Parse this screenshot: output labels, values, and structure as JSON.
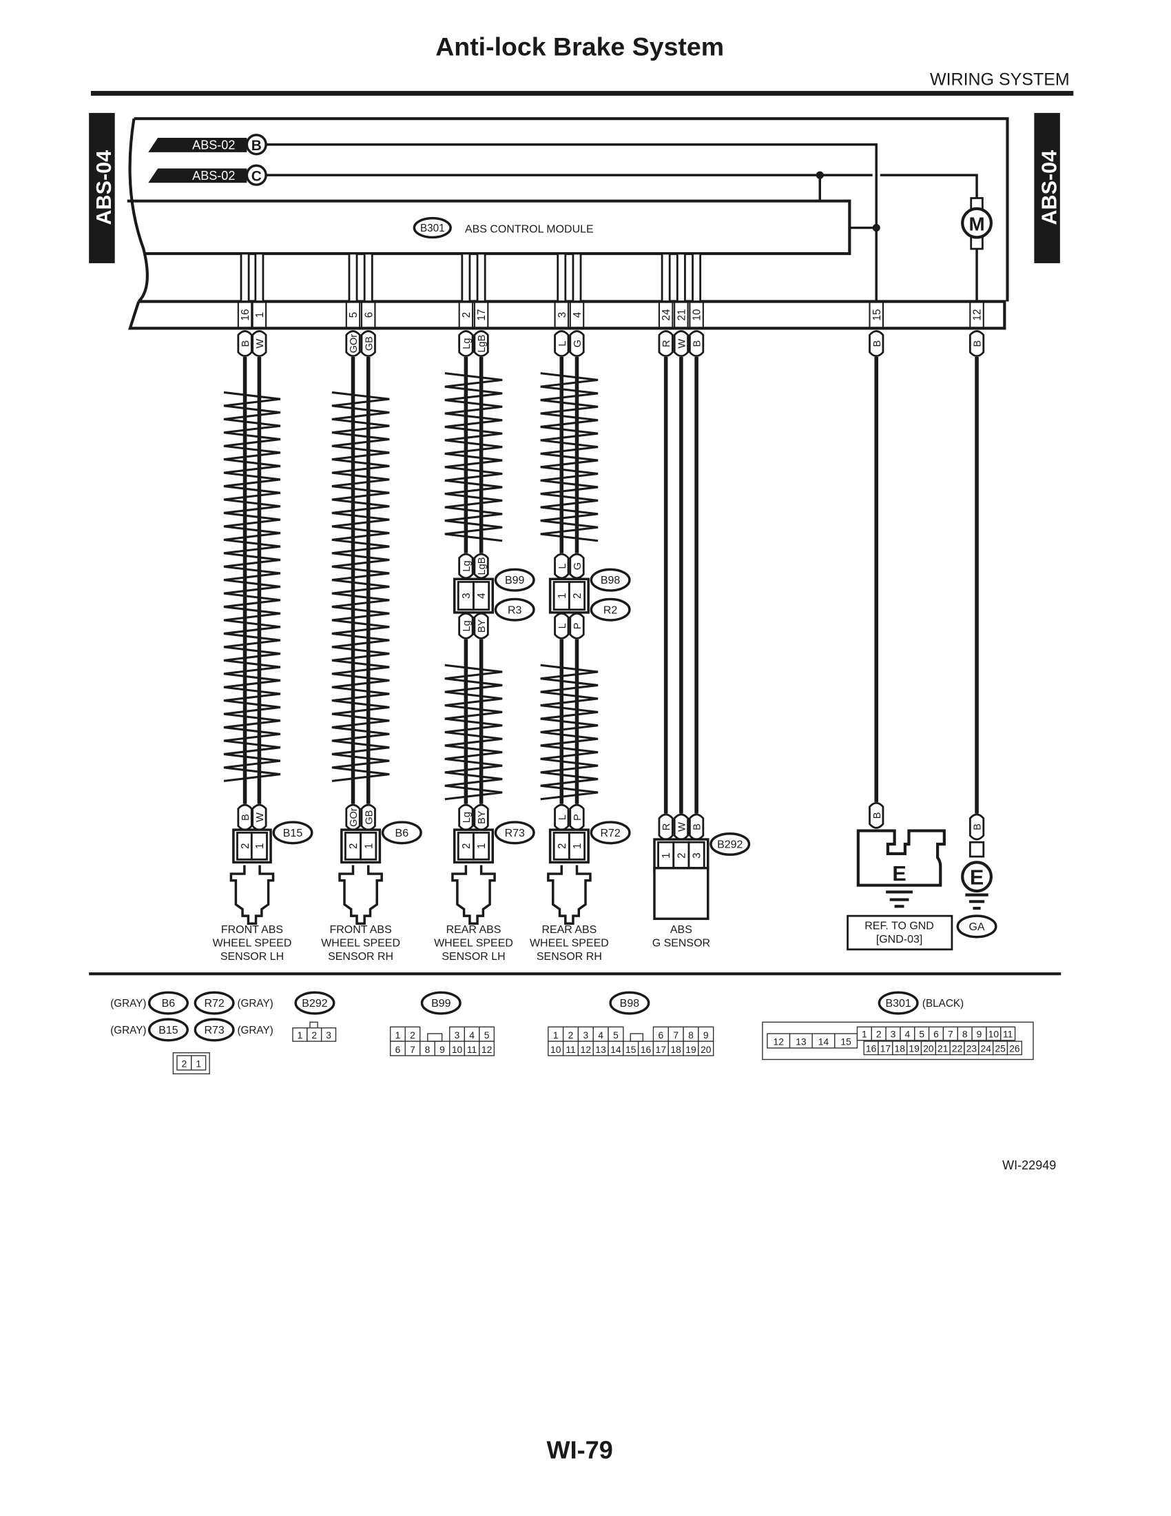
{
  "header": {
    "title": "Anti-lock Brake System",
    "section": "WIRING SYSTEM"
  },
  "side_tab": "ABS-04",
  "refs": [
    {
      "label": "ABS-02",
      "letter": "B"
    },
    {
      "label": "ABS-02",
      "letter": "C"
    }
  ],
  "module": {
    "id": "B301",
    "name": "ABS CONTROL MODULE"
  },
  "motor": "M",
  "circuits": [
    {
      "pins": [
        "16",
        "1"
      ],
      "colors": [
        "B",
        "W"
      ],
      "connector": {
        "id": "B15",
        "pins": [
          "2",
          "1"
        ]
      },
      "label": [
        "FRONT ABS",
        "WHEEL SPEED",
        "SENSOR LH"
      ]
    },
    {
      "pins": [
        "5",
        "6"
      ],
      "colors": [
        "GOr",
        "GB"
      ],
      "connector": {
        "id": "B6",
        "pins": [
          "2",
          "1"
        ]
      },
      "label": [
        "FRONT ABS",
        "WHEEL SPEED",
        "SENSOR RH"
      ]
    },
    {
      "pins": [
        "2",
        "17"
      ],
      "colors": [
        "Lg",
        "LgB"
      ],
      "inline": {
        "ids": [
          "B99",
          "R3"
        ],
        "pins": [
          "3",
          "4"
        ],
        "colors_after": [
          "Lg",
          "BY"
        ]
      },
      "connector": {
        "id": "R73",
        "pins": [
          "2",
          "1"
        ]
      },
      "label": [
        "REAR ABS",
        "WHEEL SPEED",
        "SENSOR LH"
      ]
    },
    {
      "pins": [
        "3",
        "4"
      ],
      "colors": [
        "L",
        "G"
      ],
      "inline": {
        "ids": [
          "B98",
          "R2"
        ],
        "pins": [
          "1",
          "2"
        ],
        "colors_after": [
          "L",
          "P"
        ]
      },
      "connector": {
        "id": "R72",
        "pins": [
          "2",
          "1"
        ]
      },
      "label": [
        "REAR ABS",
        "WHEEL SPEED",
        "SENSOR RH"
      ]
    },
    {
      "pins": [
        "24",
        "21",
        "10"
      ],
      "colors": [
        "R",
        "W",
        "B"
      ],
      "connector": {
        "id": "B292",
        "pins": [
          "1",
          "2",
          "3"
        ]
      },
      "label": [
        "ABS",
        "G SENSOR"
      ]
    }
  ],
  "grounds": [
    {
      "pin": "15",
      "color": "B",
      "symbol": "E",
      "label": [
        "REF. TO GND",
        "[GND-03]"
      ]
    },
    {
      "pin": "12",
      "color": "B",
      "symbol": "E",
      "id": "GA"
    }
  ],
  "connector_views": {
    "legend": [
      {
        "left": "(GRAY)",
        "a": "B6",
        "b": "R72",
        "right": "(GRAY)"
      },
      {
        "left": "(GRAY)",
        "a": "B15",
        "b": "R73",
        "right": "(GRAY)"
      }
    ],
    "small_pins": [
      "2",
      "1"
    ],
    "b292": {
      "id": "B292",
      "rows": [
        [
          "1",
          "2",
          "3"
        ]
      ]
    },
    "b99": {
      "id": "B99",
      "rows": [
        [
          "1",
          "2",
          null,
          null,
          "3",
          "4",
          "5"
        ],
        [
          "6",
          "7",
          "8",
          "9",
          "10",
          "11",
          "12"
        ]
      ]
    },
    "b98": {
      "id": "B98",
      "rows": [
        [
          "1",
          "2",
          "3",
          "4",
          "5",
          null,
          null,
          "6",
          "7",
          "8",
          "9"
        ],
        [
          "10",
          "11",
          "12",
          "13",
          "14",
          "15",
          "16",
          "17",
          "18",
          "19",
          "20"
        ]
      ]
    },
    "b301": {
      "id": "B301",
      "color": "(BLACK)",
      "left": [
        "12",
        "13",
        "14",
        "15"
      ],
      "top": [
        "1",
        "2",
        "3",
        "4",
        "5",
        "6",
        "7",
        "8",
        "9",
        "10",
        "11"
      ],
      "bottom": [
        "16",
        "17",
        "18",
        "19",
        "20",
        "21",
        "22",
        "23",
        "24",
        "25",
        "26"
      ]
    }
  },
  "footer": {
    "figure_id": "WI-22949",
    "page": "WI-79"
  }
}
